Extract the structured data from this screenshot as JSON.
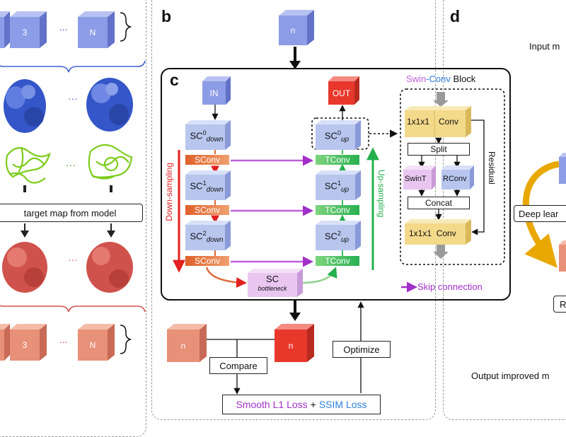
{
  "panels": {
    "b": "b",
    "c": "c",
    "d": "d"
  },
  "panel_a": {
    "top_cube_label": "3",
    "ellipsis": "...",
    "last_cube_label": "N",
    "target_map_label": "target map from model",
    "bottom_cube_label": "3",
    "bottom_last_cube_label": "N"
  },
  "panel_b": {
    "input_cube": "n",
    "out_pred_cube": "n",
    "out_target_cube": "n",
    "compare_label": "Compare",
    "optimize_label": "Optimize",
    "loss_part1": "Smooth L1 Loss",
    "loss_plus": "+",
    "loss_part2": "SSIM Loss"
  },
  "panel_c": {
    "in_label": "IN",
    "out_label": "OUT",
    "down_sampling": "Down-sampling",
    "up_sampling": "Up-sampling",
    "sc_base": "SC",
    "down_sub": "down",
    "up_sub": "up",
    "sup0": "0",
    "sup1": "1",
    "sup2": "2",
    "sconv": "SConv",
    "tconv": "TConv",
    "bottleneck_sub": "bottleneck",
    "skip_connection": "Skip connection",
    "block_title_swin": "Swin",
    "block_title_dash": "-",
    "block_title_conv": "Conv",
    "block_title_block": "Block",
    "conv_top_left": "1x1x1",
    "conv_top_right": "Conv",
    "split": "Split",
    "swint": "SwinT",
    "rconv": "RConv",
    "concat": "Concat",
    "conv_bottom": "1x1x1  Conv",
    "residual": "Residual"
  },
  "panel_d": {
    "input_text": "Input m",
    "deep_learning": "Deep lear",
    "r_box": "R",
    "output_text": "Output improved m"
  },
  "colors": {
    "blue_cube": "#8c9ce6",
    "red_cube": "#e8564a",
    "salmon_cube": "#e89078",
    "yellow": "#f3d98a",
    "down_red": "#e22020",
    "up_green": "#24b04c",
    "purple": "#a030c8",
    "ssim_blue": "#2a7fe0",
    "arrow_gold": "#e8a800"
  }
}
